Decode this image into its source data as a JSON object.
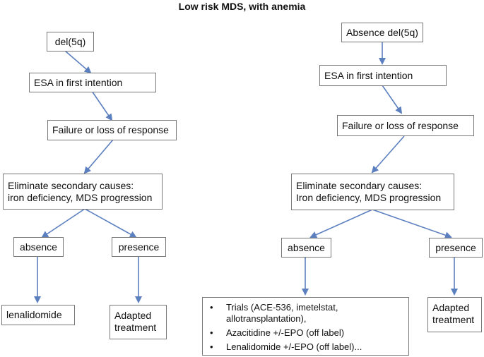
{
  "title": "Low risk MDS, with anemia",
  "left": {
    "start": "del(5q)",
    "esa": "ESA in first intention",
    "failure": "Failure or loss of response",
    "eliminate": [
      "Eliminate secondary causes:",
      "iron deficiency, MDS progression"
    ],
    "absence": "absence",
    "presence": "presence",
    "absence_outcome": "lenalidomide",
    "presence_outcome": [
      "Adapted",
      "treatment"
    ]
  },
  "right": {
    "start": "Absence del(5q)",
    "esa": "ESA in first intention",
    "failure": "Failure or loss of response",
    "eliminate": [
      "Eliminate secondary causes:",
      "Iron deficiency, MDS progression"
    ],
    "absence": "absence",
    "presence": "presence",
    "absence_outcome_items": [
      [
        "Trials (ACE-536, imetelstat,",
        "allotransplantation),"
      ],
      [
        "Azacitidine +/-EPO (off label)"
      ],
      [
        "Lenalidomide +/-EPO (off label)..."
      ]
    ],
    "presence_outcome": [
      "Adapted",
      "treatment"
    ]
  },
  "colors": {
    "arrow": "#5b7fbf",
    "box_border": "#777777",
    "text": "#111111"
  }
}
